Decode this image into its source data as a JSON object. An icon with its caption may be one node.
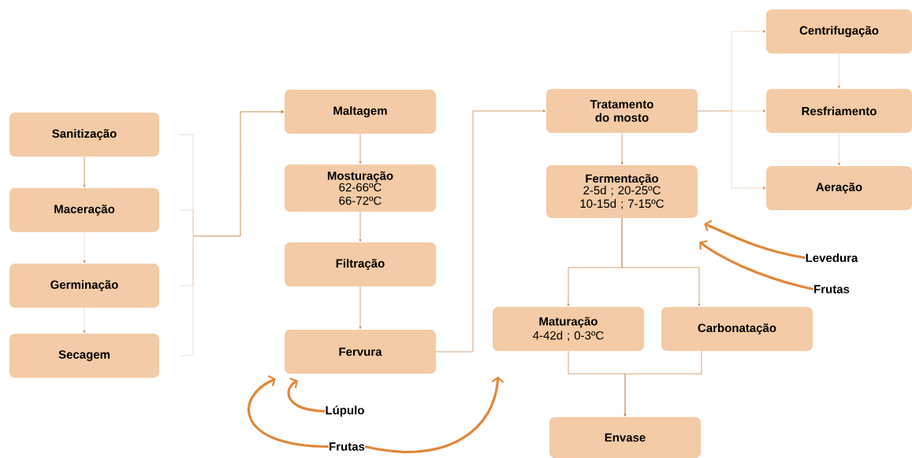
{
  "diagram": {
    "nodes": [
      {
        "text": [
          "Sanitização"
        ]
      },
      {
        "text": [
          "Maceração"
        ]
      },
      {
        "text": [
          "Germinação"
        ]
      },
      {
        "text": [
          "Secagem"
        ]
      },
      {
        "text": [
          "Maltagem"
        ]
      },
      {
        "text": [
          "Mosturação",
          "62-66ºC 66-72ºC"
        ]
      },
      {
        "text": [
          "Filtração"
        ]
      },
      {
        "text": [
          "Fervura"
        ]
      },
      {
        "text": [
          "Tratamento do mosto"
        ]
      },
      {
        "text": [
          "Fermentação",
          "2-5d ; 20-25ºC 10-15d ; 7-15ºC"
        ]
      },
      {
        "text": [
          "Maturação",
          "4-42d ; 0-3ºC"
        ]
      },
      {
        "text": [
          "Carbonatação"
        ]
      },
      {
        "text": [
          "Envase"
        ]
      },
      {
        "text": [
          "Centrifugação"
        ]
      },
      {
        "text": [
          "Resfriamento"
        ]
      },
      {
        "text": [
          "Aeração"
        ]
      },
      {
        "text": [
          "Levedura"
        ]
      },
      {
        "text": [
          "Frutas"
        ]
      },
      {
        "text": [
          "Lúpulo"
        ]
      },
      {
        "text": [
          "Frutas"
        ]
      }
    ],
    "edges": [
      {
        "from": 0,
        "to": 1,
        "arrow": "to"
      },
      {
        "from": 1,
        "to": 2,
        "arrow": "to",
        "style": "dashed"
      },
      {
        "from": 2,
        "to": 3,
        "arrow": "to",
        "style": "dashed"
      },
      {
        "from": 0,
        "to": 4,
        "arrow": "to",
        "style": "dashed"
      },
      {
        "from": 1,
        "to": 4,
        "arrow": "to",
        "style": "dashed"
      },
      {
        "from": 2,
        "to": 4,
        "arrow": "to",
        "style": "dashed"
      },
      {
        "from": 3,
        "to": 4,
        "arrow": "to",
        "style": "dashed"
      },
      {
        "from": 4,
        "to": 5,
        "arrow": "to"
      },
      {
        "from": 5,
        "to": 6,
        "arrow": "to"
      },
      {
        "from": 6,
        "to": 7,
        "arrow": "to"
      },
      {
        "from": 7,
        "to": 8,
        "arrow": "to"
      },
      {
        "from": 8,
        "to": 9,
        "arrow": "to"
      },
      {
        "from": 8,
        "to": 13,
        "arrow": "to",
        "style": "dashed"
      },
      {
        "from": 8,
        "to": 14,
        "arrow": "to",
        "style": "dashed"
      },
      {
        "from": 8,
        "to": 15,
        "arrow": "to",
        "style": "dashed"
      },
      {
        "from": 13,
        "to": 14,
        "arrow": "to",
        "style": "dashed"
      },
      {
        "from": 14,
        "to": 15,
        "arrow": "to",
        "style": "dashed"
      },
      {
        "from": 9,
        "to": 10,
        "arrow": "to"
      },
      {
        "from": 9,
        "to": 11,
        "arrow": "to"
      },
      {
        "from": 10,
        "to": 12,
        "arrow": "to"
      },
      {
        "from": 11,
        "to": 12,
        "arrow": "to"
      },
      {
        "from": 16,
        "to": 9,
        "arrow": "to",
        "style": "thick",
        "color": "#e0883a"
      },
      {
        "from": 17,
        "to": 9,
        "arrow": "to",
        "style": "thick",
        "color": "#e0883a"
      },
      {
        "from": 18,
        "to": 7,
        "arrow": "to",
        "style": "thick",
        "color": "#e0883a"
      },
      {
        "from": 19,
        "to": 7,
        "arrow": "to",
        "style": "thick",
        "color": "#e0883a"
      },
      {
        "from": 19,
        "to": 10,
        "arrow": "to",
        "style": "thick",
        "color": "#e0883a"
      }
    ]
  }
}
